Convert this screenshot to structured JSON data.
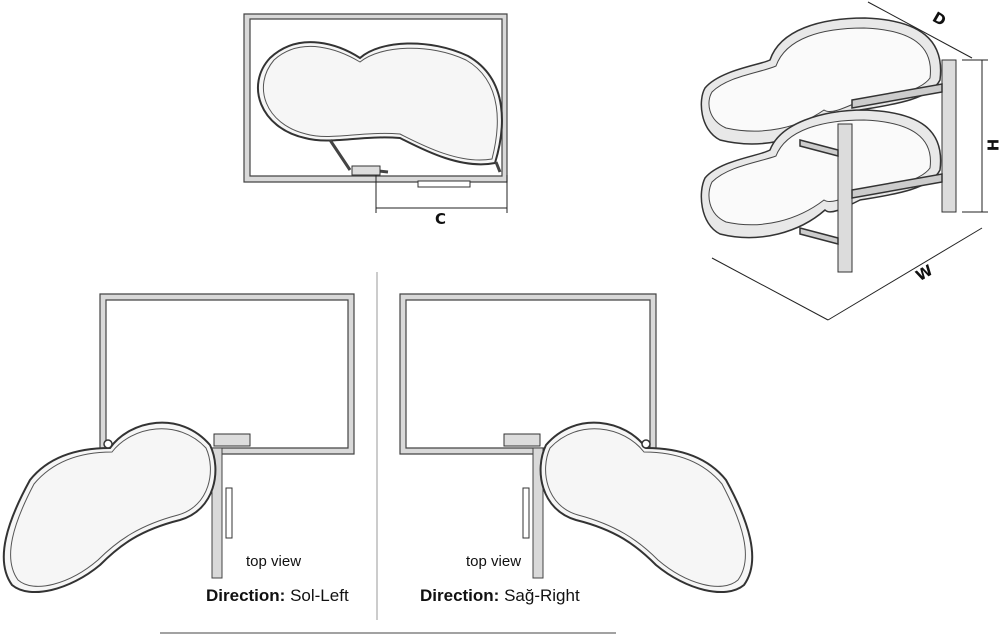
{
  "labels": {
    "dim_c": "C",
    "dim_d": "D",
    "dim_h": "H",
    "dim_w": "W",
    "top_view_left": "top view",
    "top_view_right": "top view",
    "direction_key": "Direction:",
    "direction_left_value": "Sol-Left",
    "direction_right_value": "Sağ-Right"
  },
  "colors": {
    "frame": "#555555",
    "frame_fill": "#d9d9d9",
    "line": "#333333",
    "shelf_fill": "#f3f3f3"
  }
}
